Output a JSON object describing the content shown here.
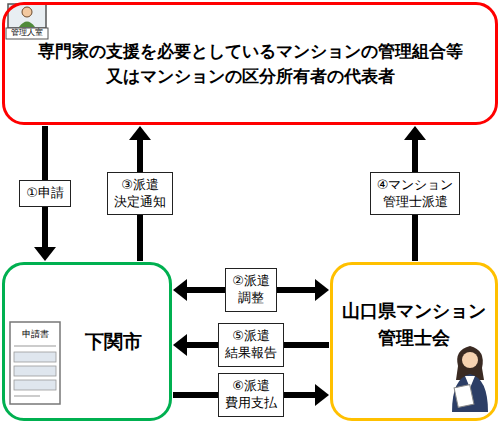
{
  "diagram": {
    "nodes": [
      {
        "text": [
          "専門家の支援を必要としているマンションの管理組合等 又はマンションの区分所有者の代表者"
        ]
      },
      {
        "text": [
          "下関市"
        ]
      },
      {
        "text": [
          "山口県マンション 管理士会"
        ]
      }
    ],
    "edges": [
      {
        "from": 0,
        "to": 1,
        "label": "①申請",
        "arrow": "to"
      },
      {
        "from": 1,
        "to": 0,
        "label": "③派遣 決定通知",
        "arrow": "to"
      },
      {
        "from": 2,
        "to": 0,
        "label": "④マンション 管理士派遣",
        "arrow": "to"
      },
      {
        "from": 1,
        "to": 2,
        "label": "②派遣 調整",
        "arrow": "both"
      },
      {
        "from": 2,
        "to": 1,
        "label": "⑤派遣 結果報告",
        "arrow": "to"
      },
      {
        "from": 1,
        "to": 2,
        "label": "⑥派遣 費用支払",
        "arrow": "to"
      }
    ],
    "labels": [
      "管理人室",
      "申請書"
    ]
  }
}
